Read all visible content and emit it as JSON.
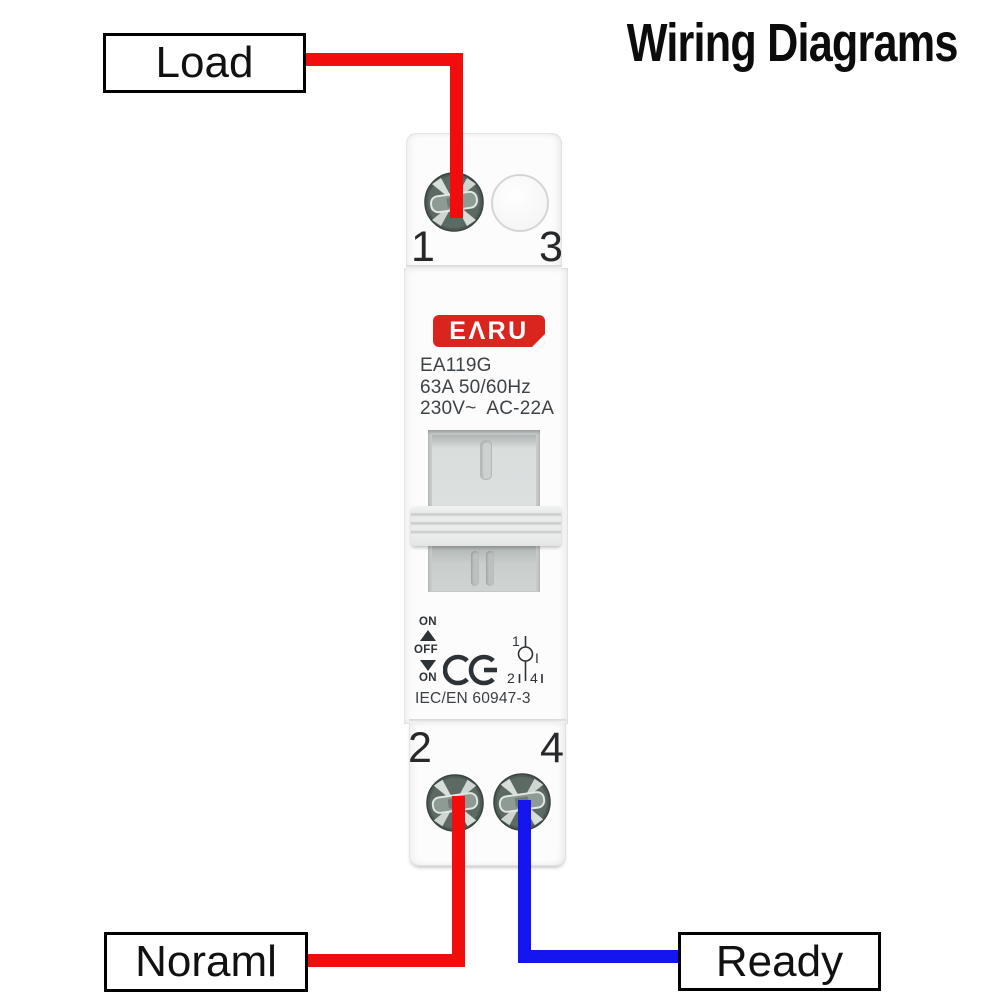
{
  "title": "Wiring Diagrams",
  "connection_labels": {
    "load": "Load",
    "normal": "Noraml",
    "ready": "Ready"
  },
  "device": {
    "brand": "EΛRU",
    "model": "EA119G",
    "rating": "63A 50/60Hz",
    "voltage_line": "230V~  AC-22A",
    "standard": "IEC/EN 60947-3",
    "terminals": {
      "t1": "1",
      "t3": "3",
      "t2": "2",
      "t4": "4"
    },
    "toggle_markings": {
      "on_top": "ON",
      "off": "OFF",
      "on_bottom": "ON"
    },
    "position_symbol": {
      "pole_top": "1",
      "state": "I",
      "pole_bottom_left": "2",
      "pole_bottom_right": "4"
    }
  },
  "icons": {
    "up_arrow": "filled-triangle-up",
    "down_arrow": "filled-triangle-down",
    "ce_mark": "CE"
  },
  "colors": {
    "wire_red": "#f20d0d",
    "wire_blue": "#1515ef",
    "brand_red": "#da251f"
  }
}
